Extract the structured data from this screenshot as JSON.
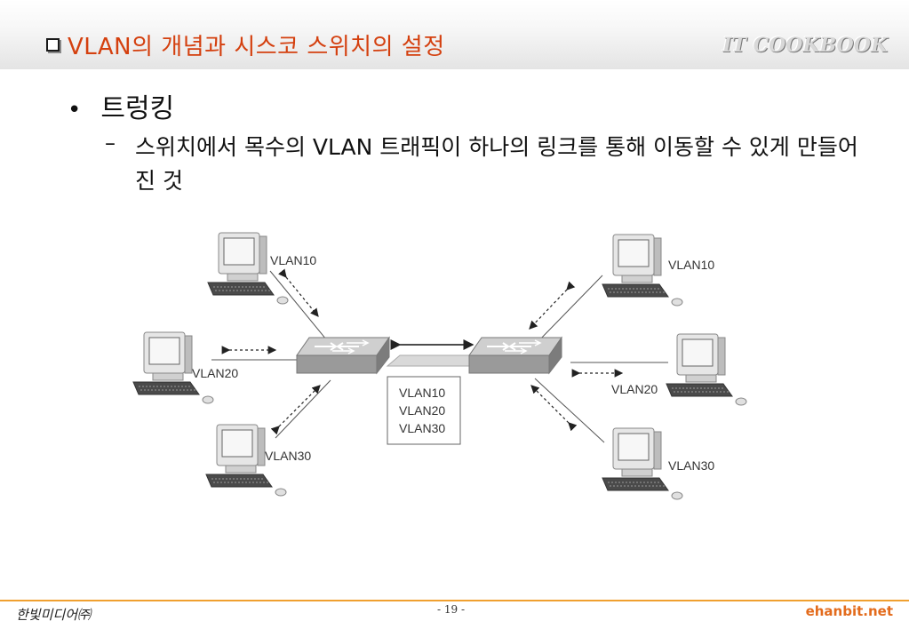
{
  "header": {
    "title": "VLAN의 개념과 시스코 스위치의 설정",
    "brand": "IT COOKBOOK"
  },
  "content": {
    "bullet": "트렁킹",
    "sub_bullet": "스위치에서 목수의 VLAN 트래픽이 하나의 링크를 통해 이동할 수 있게 만들어진 것"
  },
  "diagram": {
    "left_labels": [
      "VLAN10",
      "VLAN20",
      "VLAN30"
    ],
    "right_labels": [
      "VLAN10",
      "VLAN20",
      "VLAN30"
    ],
    "trunk_box": [
      "VLAN10",
      "VLAN20",
      "VLAN30"
    ],
    "icons": [
      "computer-icon",
      "network-switch-icon",
      "double-arrow-icon"
    ]
  },
  "footer": {
    "publisher": "한빛미디어㈜",
    "page_number": "- 19 -",
    "website": "ehanbit.net"
  },
  "colors": {
    "title": "#d4400f",
    "footer_line": "#f0a030",
    "website": "#e36b1c"
  }
}
